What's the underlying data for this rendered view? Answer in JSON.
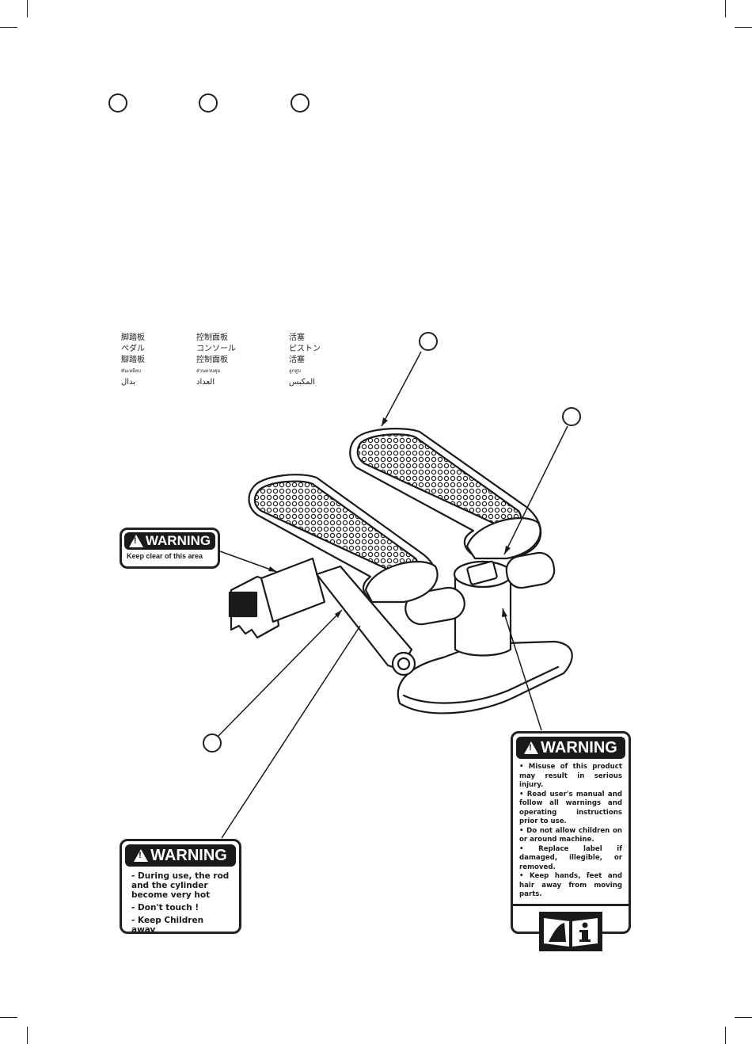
{
  "legend": {
    "pedal": [
      "脚踏板",
      "ペダル",
      "腳踏板",
      "คันเหยียบ",
      "بدال"
    ],
    "console": [
      "控制面板",
      "コンソール",
      "控制面板",
      "ส่วนควบคุม",
      "العداد"
    ],
    "piston": [
      "活塞",
      "ピストン",
      "活塞",
      "ลูกสูบ",
      "المكبس"
    ]
  },
  "warning_small": {
    "title": "WARNING",
    "text": "Keep clear of this area"
  },
  "warning_rod": {
    "title": "WARNING",
    "lines": [
      "- During use, the rod and the cylinder become very hot",
      "- Don't touch !",
      "- Keep Children away"
    ]
  },
  "warning_main": {
    "title": "WARNING",
    "lines": [
      "• Misuse of this product may result in serious injury.",
      "• Read user's manual and follow all warnings and operating instructions prior to use.",
      "• Do not allow children on or around machine.",
      "• Replace label if damaged, illegible, or removed.",
      "• Keep hands, feet and hair away from moving parts."
    ],
    "manual_icon": "read-manual-info-icon"
  }
}
